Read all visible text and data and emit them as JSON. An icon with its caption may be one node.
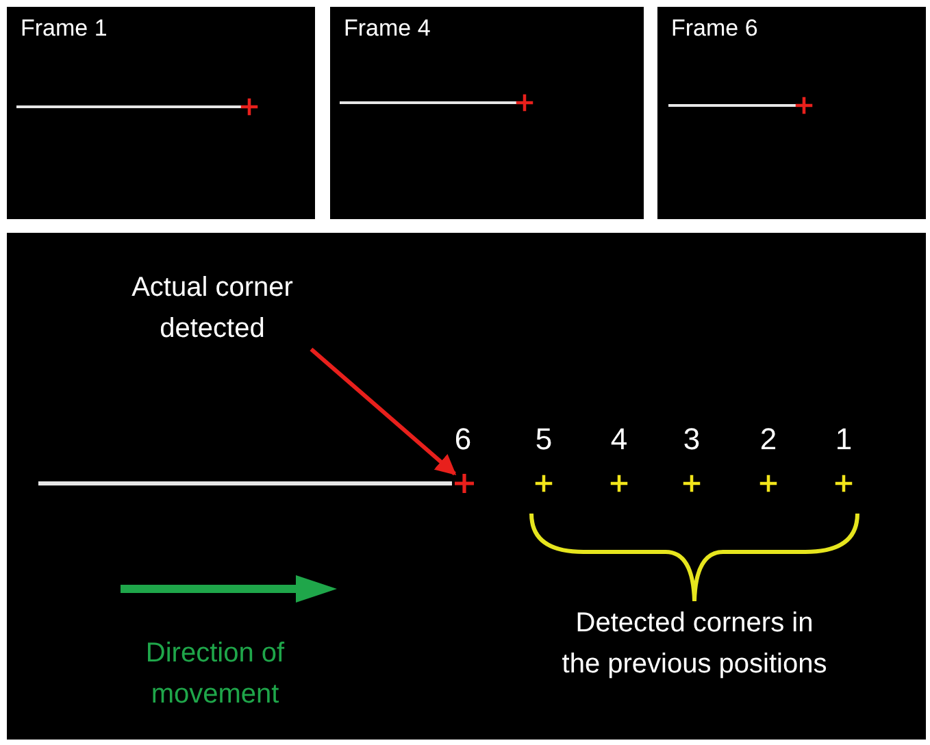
{
  "diagram": {
    "nodes": [
      {
        "text": [
          "Frame 1"
        ]
      },
      {
        "text": [
          "Frame 4"
        ]
      },
      {
        "text": [
          "Frame 6"
        ]
      },
      {
        "text": [
          "Actual corner detected"
        ]
      },
      {
        "text": [],
        "shape": "cross"
      }
    ],
    "edges": [
      {
        "from": 3,
        "to": 4,
        "arrow": "to",
        "color": "#e8201c"
      }
    ],
    "labels": [
      "6",
      "5",
      "4",
      "3",
      "2",
      "1",
      "Direction of movement",
      "Detected corners in the previous positions"
    ]
  }
}
